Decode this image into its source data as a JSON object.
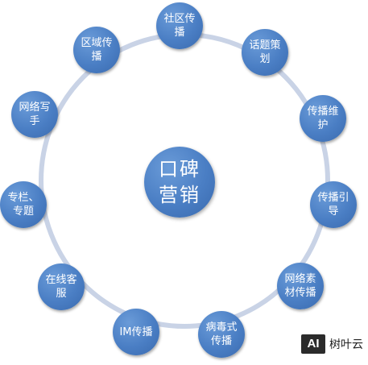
{
  "diagram": {
    "center": "口碑营销",
    "nodes": [
      "社区传播",
      "话题策划",
      "传播维护",
      "传播引导",
      "网络素材传播",
      "病毒式传播",
      "IM传播",
      "在线客服",
      "专栏、专题",
      "网络写手",
      "区域传播"
    ]
  },
  "watermark": {
    "logo_mark": "AI",
    "brand": "树叶云"
  },
  "colors": {
    "node_fill": "#4a7ec4",
    "ring": "#c9d3e6",
    "text": "#ffffff"
  }
}
